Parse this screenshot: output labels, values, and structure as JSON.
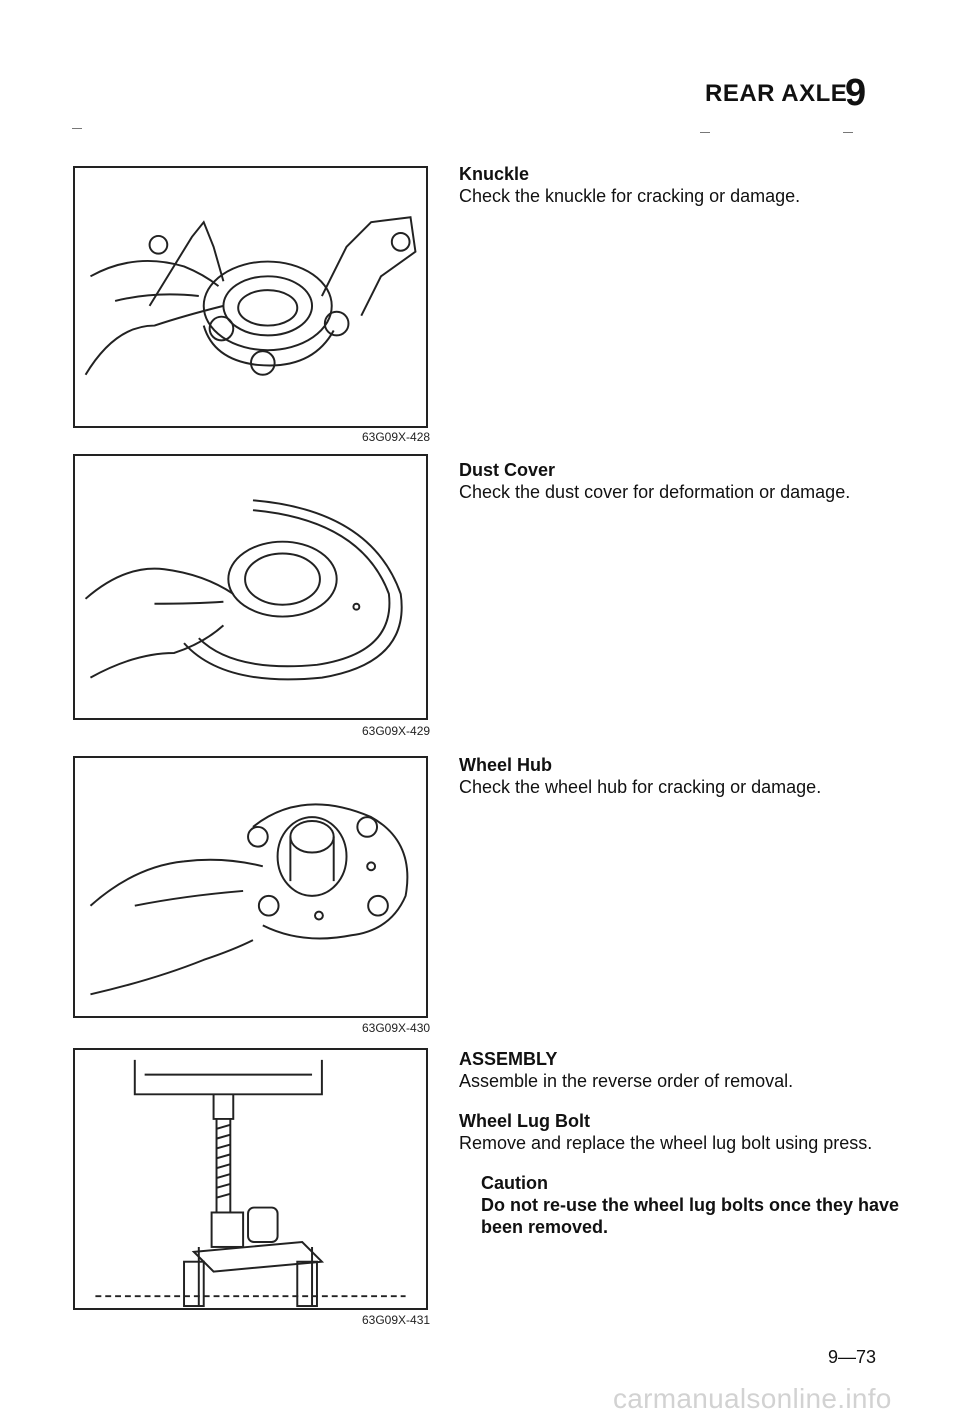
{
  "header": {
    "title": "REAR AXLE",
    "chapter": "9"
  },
  "figures": [
    {
      "code": "63G09X-428",
      "icon": "knuckle-illustration"
    },
    {
      "code": "63G09X-429",
      "icon": "dust-cover-illustration"
    },
    {
      "code": "63G09X-430",
      "icon": "wheel-hub-illustration"
    },
    {
      "code": "63G09X-431",
      "icon": "press-illustration"
    }
  ],
  "sections": {
    "knuckle": {
      "title": "Knuckle",
      "body": "Check the knuckle for cracking or damage."
    },
    "dust_cover": {
      "title": "Dust Cover",
      "body": "Check the dust cover for deformation or damage."
    },
    "wheel_hub": {
      "title": "Wheel Hub",
      "body": "Check the wheel hub for cracking or damage."
    },
    "assembly": {
      "title": "ASSEMBLY",
      "body": "Assemble in the reverse order of removal."
    },
    "lug_bolt": {
      "title": "Wheel Lug Bolt",
      "body": "Remove and replace the wheel lug bolt using press."
    },
    "caution": {
      "title": "Caution",
      "body": "Do not re-use the wheel lug bolts once they have been removed."
    }
  },
  "footer": {
    "page": "9—73",
    "watermark": "carmanualsonline.info"
  }
}
